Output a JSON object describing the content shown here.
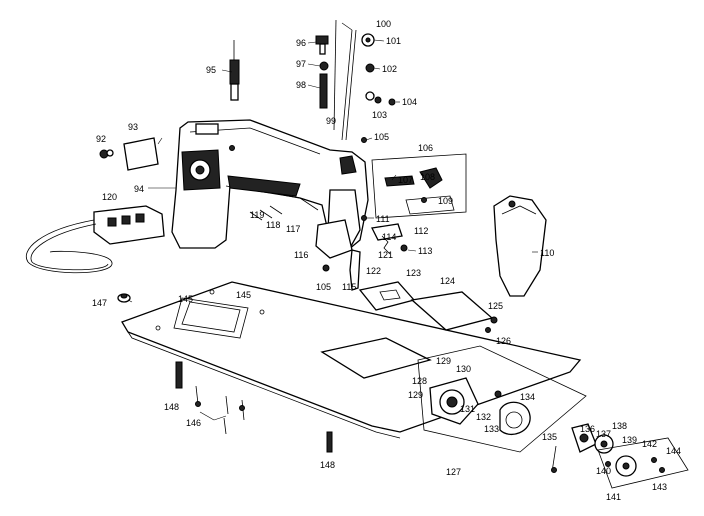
{
  "labels": {
    "p92": "92",
    "p93": "93",
    "p94": "94",
    "p95": "95",
    "p96": "96",
    "p97": "97",
    "p98": "98",
    "p99": "99",
    "p100": "100",
    "p101": "101",
    "p102": "102",
    "p103": "103",
    "p104": "104",
    "p105a": "105",
    "p105b": "105",
    "p106": "106",
    "p107": "107",
    "p108": "108",
    "p109": "109",
    "p110": "110",
    "p111": "111",
    "p112": "112",
    "p113": "113",
    "p114": "114",
    "p115": "115",
    "p116": "116",
    "p117": "117",
    "p118": "118",
    "p119": "119",
    "p120": "120",
    "p121": "121",
    "p122": "122",
    "p123": "123",
    "p124": "124",
    "p125": "125",
    "p126": "126",
    "p127": "127",
    "p128": "128",
    "p129a": "129",
    "p129b": "129",
    "p130": "130",
    "p131": "131",
    "p132": "132",
    "p133": "133",
    "p134": "134",
    "p135": "135",
    "p136": "136",
    "p137": "137",
    "p138": "138",
    "p139": "139",
    "p140": "140",
    "p141": "141",
    "p142": "142",
    "p143": "143",
    "p144": "144",
    "p145a": "145",
    "p145b": "145",
    "p146": "146",
    "p147": "147",
    "p148a": "148",
    "p148b": "148"
  }
}
